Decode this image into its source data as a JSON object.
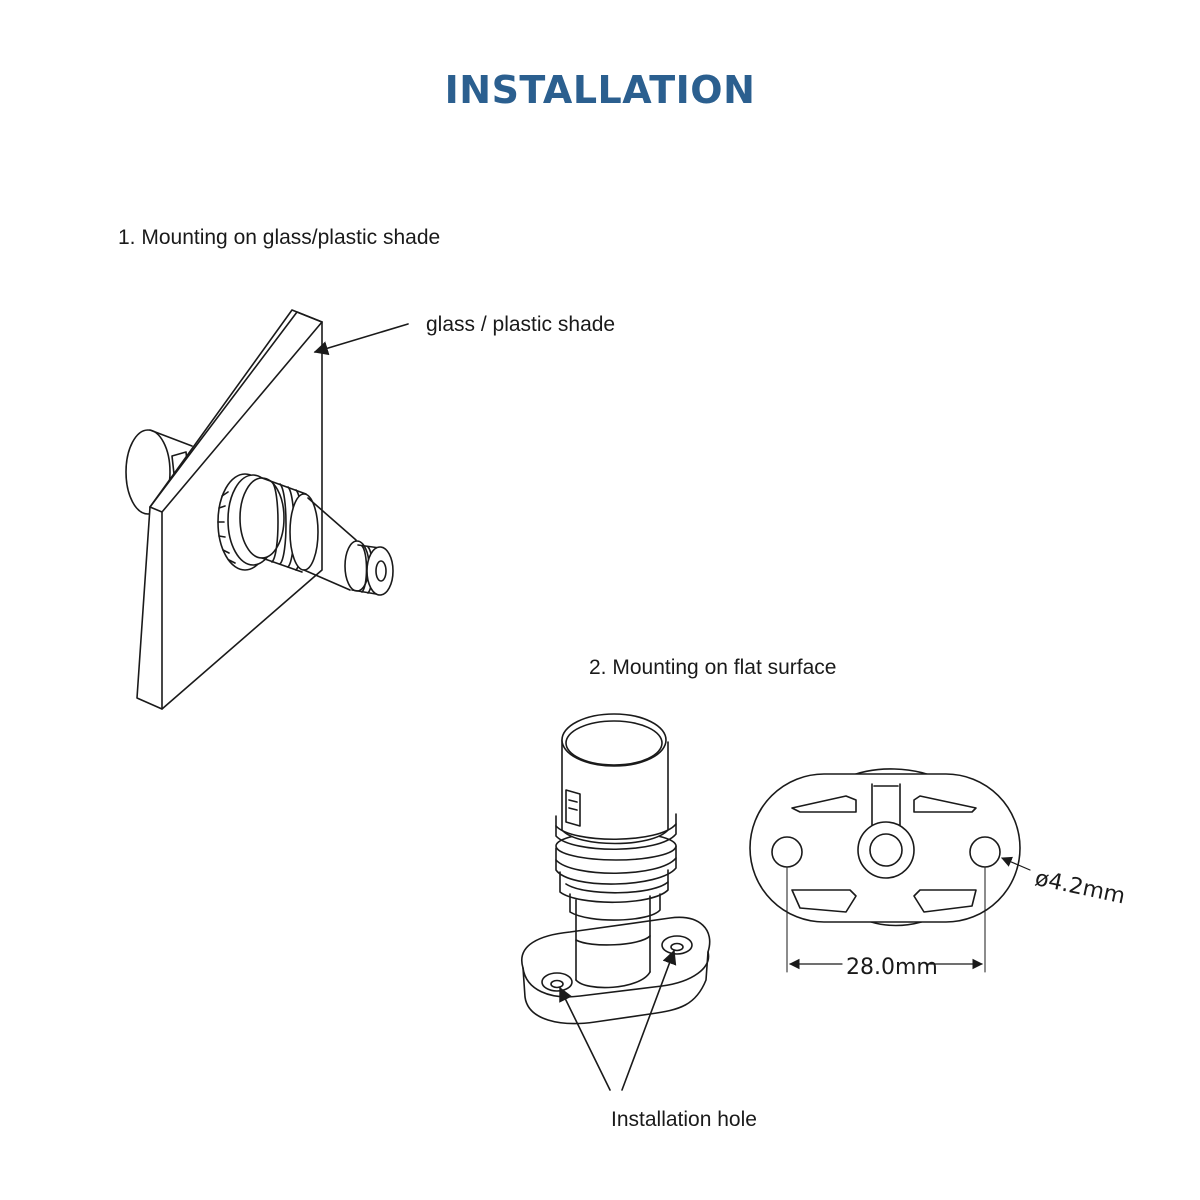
{
  "page": {
    "title": "INSTALLATION",
    "title_color": "#2b5f8f"
  },
  "section1": {
    "heading": "1. Mounting on glass/plastic shade",
    "callout": "glass / plastic shade"
  },
  "section2": {
    "heading": "2. Mounting on flat surface",
    "callout": "Installation hole",
    "dimension_spacing": "28.0mm",
    "dimension_hole": "ø4.2mm"
  },
  "icons": {
    "fixture_side": "mounted-sensor-illustration",
    "fixture_flat": "flat-mount-sensor-illustration",
    "base_plate": "mounting-plate-drawing"
  }
}
